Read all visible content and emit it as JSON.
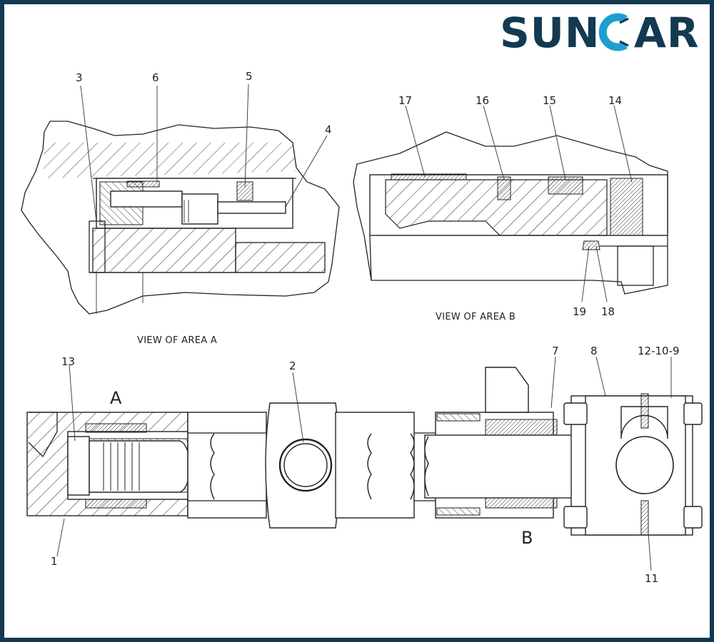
{
  "logo": {
    "left": "SUN",
    "right": "AR",
    "color_dark": "#123a52",
    "color_accent": "#1d9fd0"
  },
  "captions": {
    "area_a": "VIEW OF AREA  A",
    "area_b": "VIEW OF AREA  B"
  },
  "area_markers": {
    "a": "A",
    "b": "B"
  },
  "callouts": {
    "c1": "1",
    "c2": "2",
    "c3": "3",
    "c4": "4",
    "c5": "5",
    "c6": "6",
    "c7": "7",
    "c8": "8",
    "c9_10_12": "12-10-9",
    "c11": "11",
    "c13": "13",
    "c14": "14",
    "c15": "15",
    "c16": "16",
    "c17": "17",
    "c18": "18",
    "c19": "19"
  },
  "colors": {
    "frame": "#123a52",
    "line": "#222222"
  }
}
